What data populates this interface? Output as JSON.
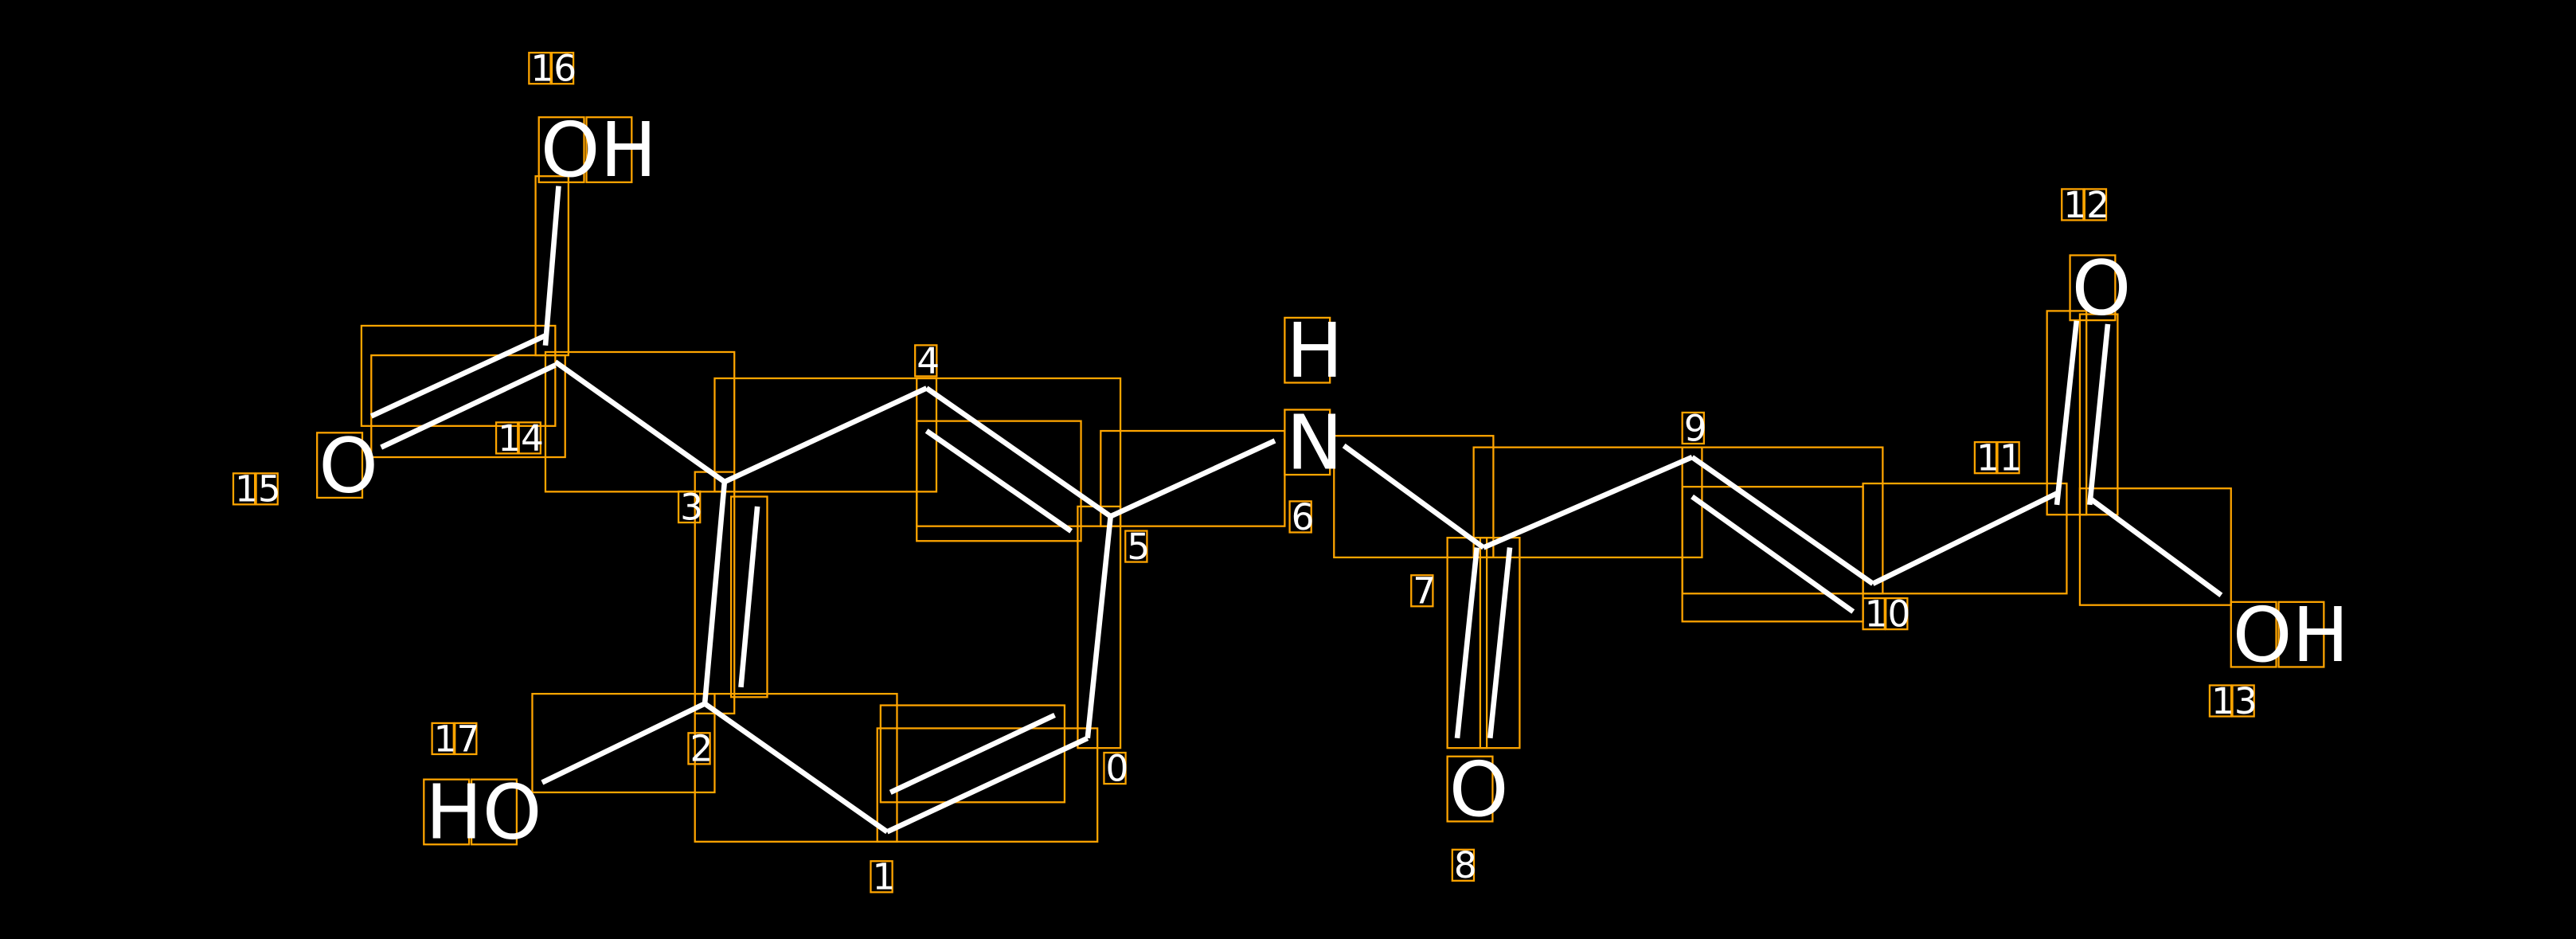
{
  "diagram": {
    "type": "molecule",
    "colors": {
      "background": "#000000",
      "bond": "#FFFFFF",
      "box": "#FFA500",
      "text": "#FFFFFF"
    },
    "atoms": [
      {
        "index": "0",
        "label": ""
      },
      {
        "index": "1",
        "label": ""
      },
      {
        "index": "2",
        "label": ""
      },
      {
        "index": "3",
        "label": ""
      },
      {
        "index": "4",
        "label": ""
      },
      {
        "index": "5",
        "label": ""
      },
      {
        "index": "6",
        "label": "N",
        "h": "H"
      },
      {
        "index": "7",
        "label": ""
      },
      {
        "index": "8",
        "label": "O"
      },
      {
        "index": "9",
        "label": ""
      },
      {
        "index": "10",
        "label": ""
      },
      {
        "index": "11",
        "label": ""
      },
      {
        "index": "12",
        "label": "O"
      },
      {
        "index": "13",
        "label": "OH"
      },
      {
        "index": "14",
        "label": ""
      },
      {
        "index": "15",
        "label": "O"
      },
      {
        "index": "16",
        "label": "OH"
      },
      {
        "index": "17",
        "label": "HO"
      }
    ],
    "bonds": [
      {
        "from": 0,
        "to": 1,
        "order": 2
      },
      {
        "from": 1,
        "to": 2,
        "order": 1
      },
      {
        "from": 2,
        "to": 3,
        "order": 2
      },
      {
        "from": 3,
        "to": 4,
        "order": 1
      },
      {
        "from": 4,
        "to": 5,
        "order": 2
      },
      {
        "from": 5,
        "to": 0,
        "order": 1
      },
      {
        "from": 5,
        "to": 6,
        "order": 1
      },
      {
        "from": 6,
        "to": 7,
        "order": 1
      },
      {
        "from": 7,
        "to": 8,
        "order": 2
      },
      {
        "from": 7,
        "to": 9,
        "order": 1
      },
      {
        "from": 9,
        "to": 10,
        "order": 2
      },
      {
        "from": 10,
        "to": 11,
        "order": 1
      },
      {
        "from": 11,
        "to": 12,
        "order": 2
      },
      {
        "from": 11,
        "to": 13,
        "order": 1
      },
      {
        "from": 3,
        "to": 14,
        "order": 1
      },
      {
        "from": 14,
        "to": 15,
        "order": 2
      },
      {
        "from": 14,
        "to": 16,
        "order": 1
      },
      {
        "from": 2,
        "to": 17,
        "order": 1
      }
    ]
  }
}
